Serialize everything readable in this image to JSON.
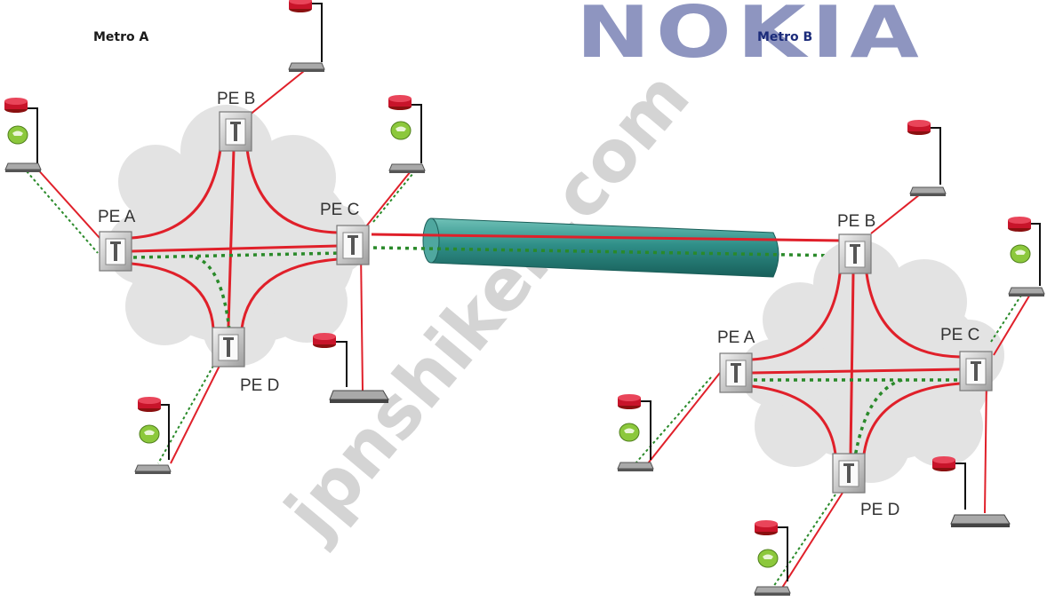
{
  "logo_text": "NOKIA",
  "watermark_text": "jpnshiken.com",
  "metros": [
    {
      "title": "Metro A",
      "pe_labels": [
        "PE A",
        "PE B",
        "PE C",
        "PE D"
      ]
    },
    {
      "title": "Metro B",
      "pe_labels": [
        "PE A",
        "PE B",
        "PE C",
        "PE D"
      ]
    }
  ],
  "colors": {
    "pseudowire": "#e0202a",
    "backup_path": "#2a8a2a",
    "tunnel": "#2f8f88",
    "cloud": "#e3e3e3",
    "logo": "#8e95c0"
  },
  "icons": {
    "pe_router": "router-box-icon",
    "ce_router": "red-router-icon",
    "phone": "green-phone-icon",
    "modem": "modem-icon"
  }
}
